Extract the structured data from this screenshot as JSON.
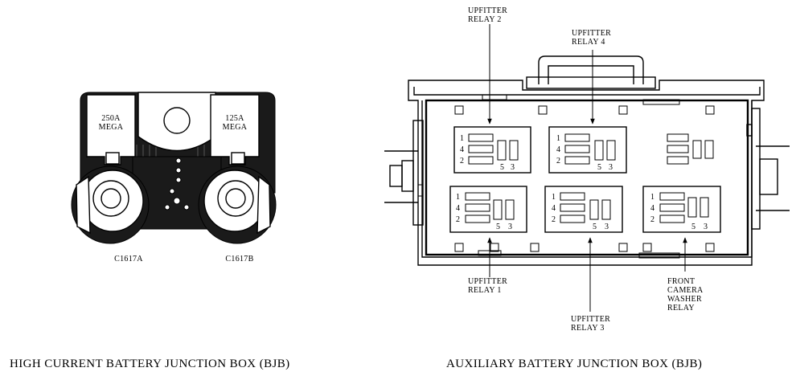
{
  "left_box": {
    "fuse_a": [
      "250A",
      "MEGA"
    ],
    "fuse_b": [
      "125A",
      "MEGA"
    ],
    "connector_a": "C1617A",
    "connector_b": "C1617B",
    "caption": "HIGH CURRENT BATTERY JUNCTION BOX (BJB)"
  },
  "right_box": {
    "caption": "AUXILIARY BATTERY JUNCTION BOX (BJB)",
    "labels": {
      "relay2": [
        "UPFITTER",
        "RELAY 2"
      ],
      "relay4": [
        "UPFITTER",
        "RELAY 4"
      ],
      "relay1": [
        "UPFITTER",
        "RELAY 1"
      ],
      "relay3": [
        "UPFITTER",
        "RELAY 3"
      ],
      "washer": [
        "FRONT",
        "CAMERA",
        "WASHER",
        "RELAY"
      ]
    },
    "pins": {
      "p1": "1",
      "p4": "4",
      "p2": "2",
      "p5": "5",
      "p3": "3"
    }
  }
}
